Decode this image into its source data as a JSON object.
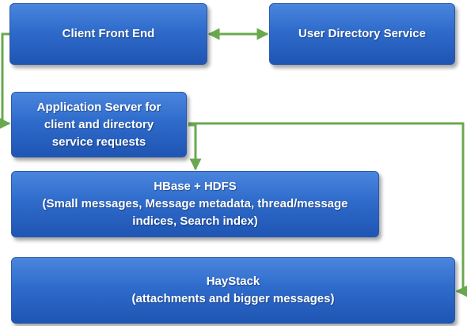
{
  "diagram": {
    "nodes": {
      "client_front_end": {
        "lines": [
          "Client Front End"
        ]
      },
      "user_directory_service": {
        "lines": [
          "User Directory Service"
        ]
      },
      "application_server": {
        "lines": [
          "Application Server for",
          "client and directory",
          "service requests"
        ]
      },
      "hbase_hdfs": {
        "lines": [
          "HBase + HDFS",
          "(Small messages, Message metadata, thread/message",
          "indices, Search index)"
        ]
      },
      "haystack": {
        "lines": [
          "HayStack",
          "(attachments and bigger messages)"
        ]
      }
    },
    "colors": {
      "box_fill_top": "#4a86dd",
      "box_fill_bottom": "#1f55b3",
      "box_text": "#ffffff",
      "connector": "#6aa84f"
    }
  }
}
